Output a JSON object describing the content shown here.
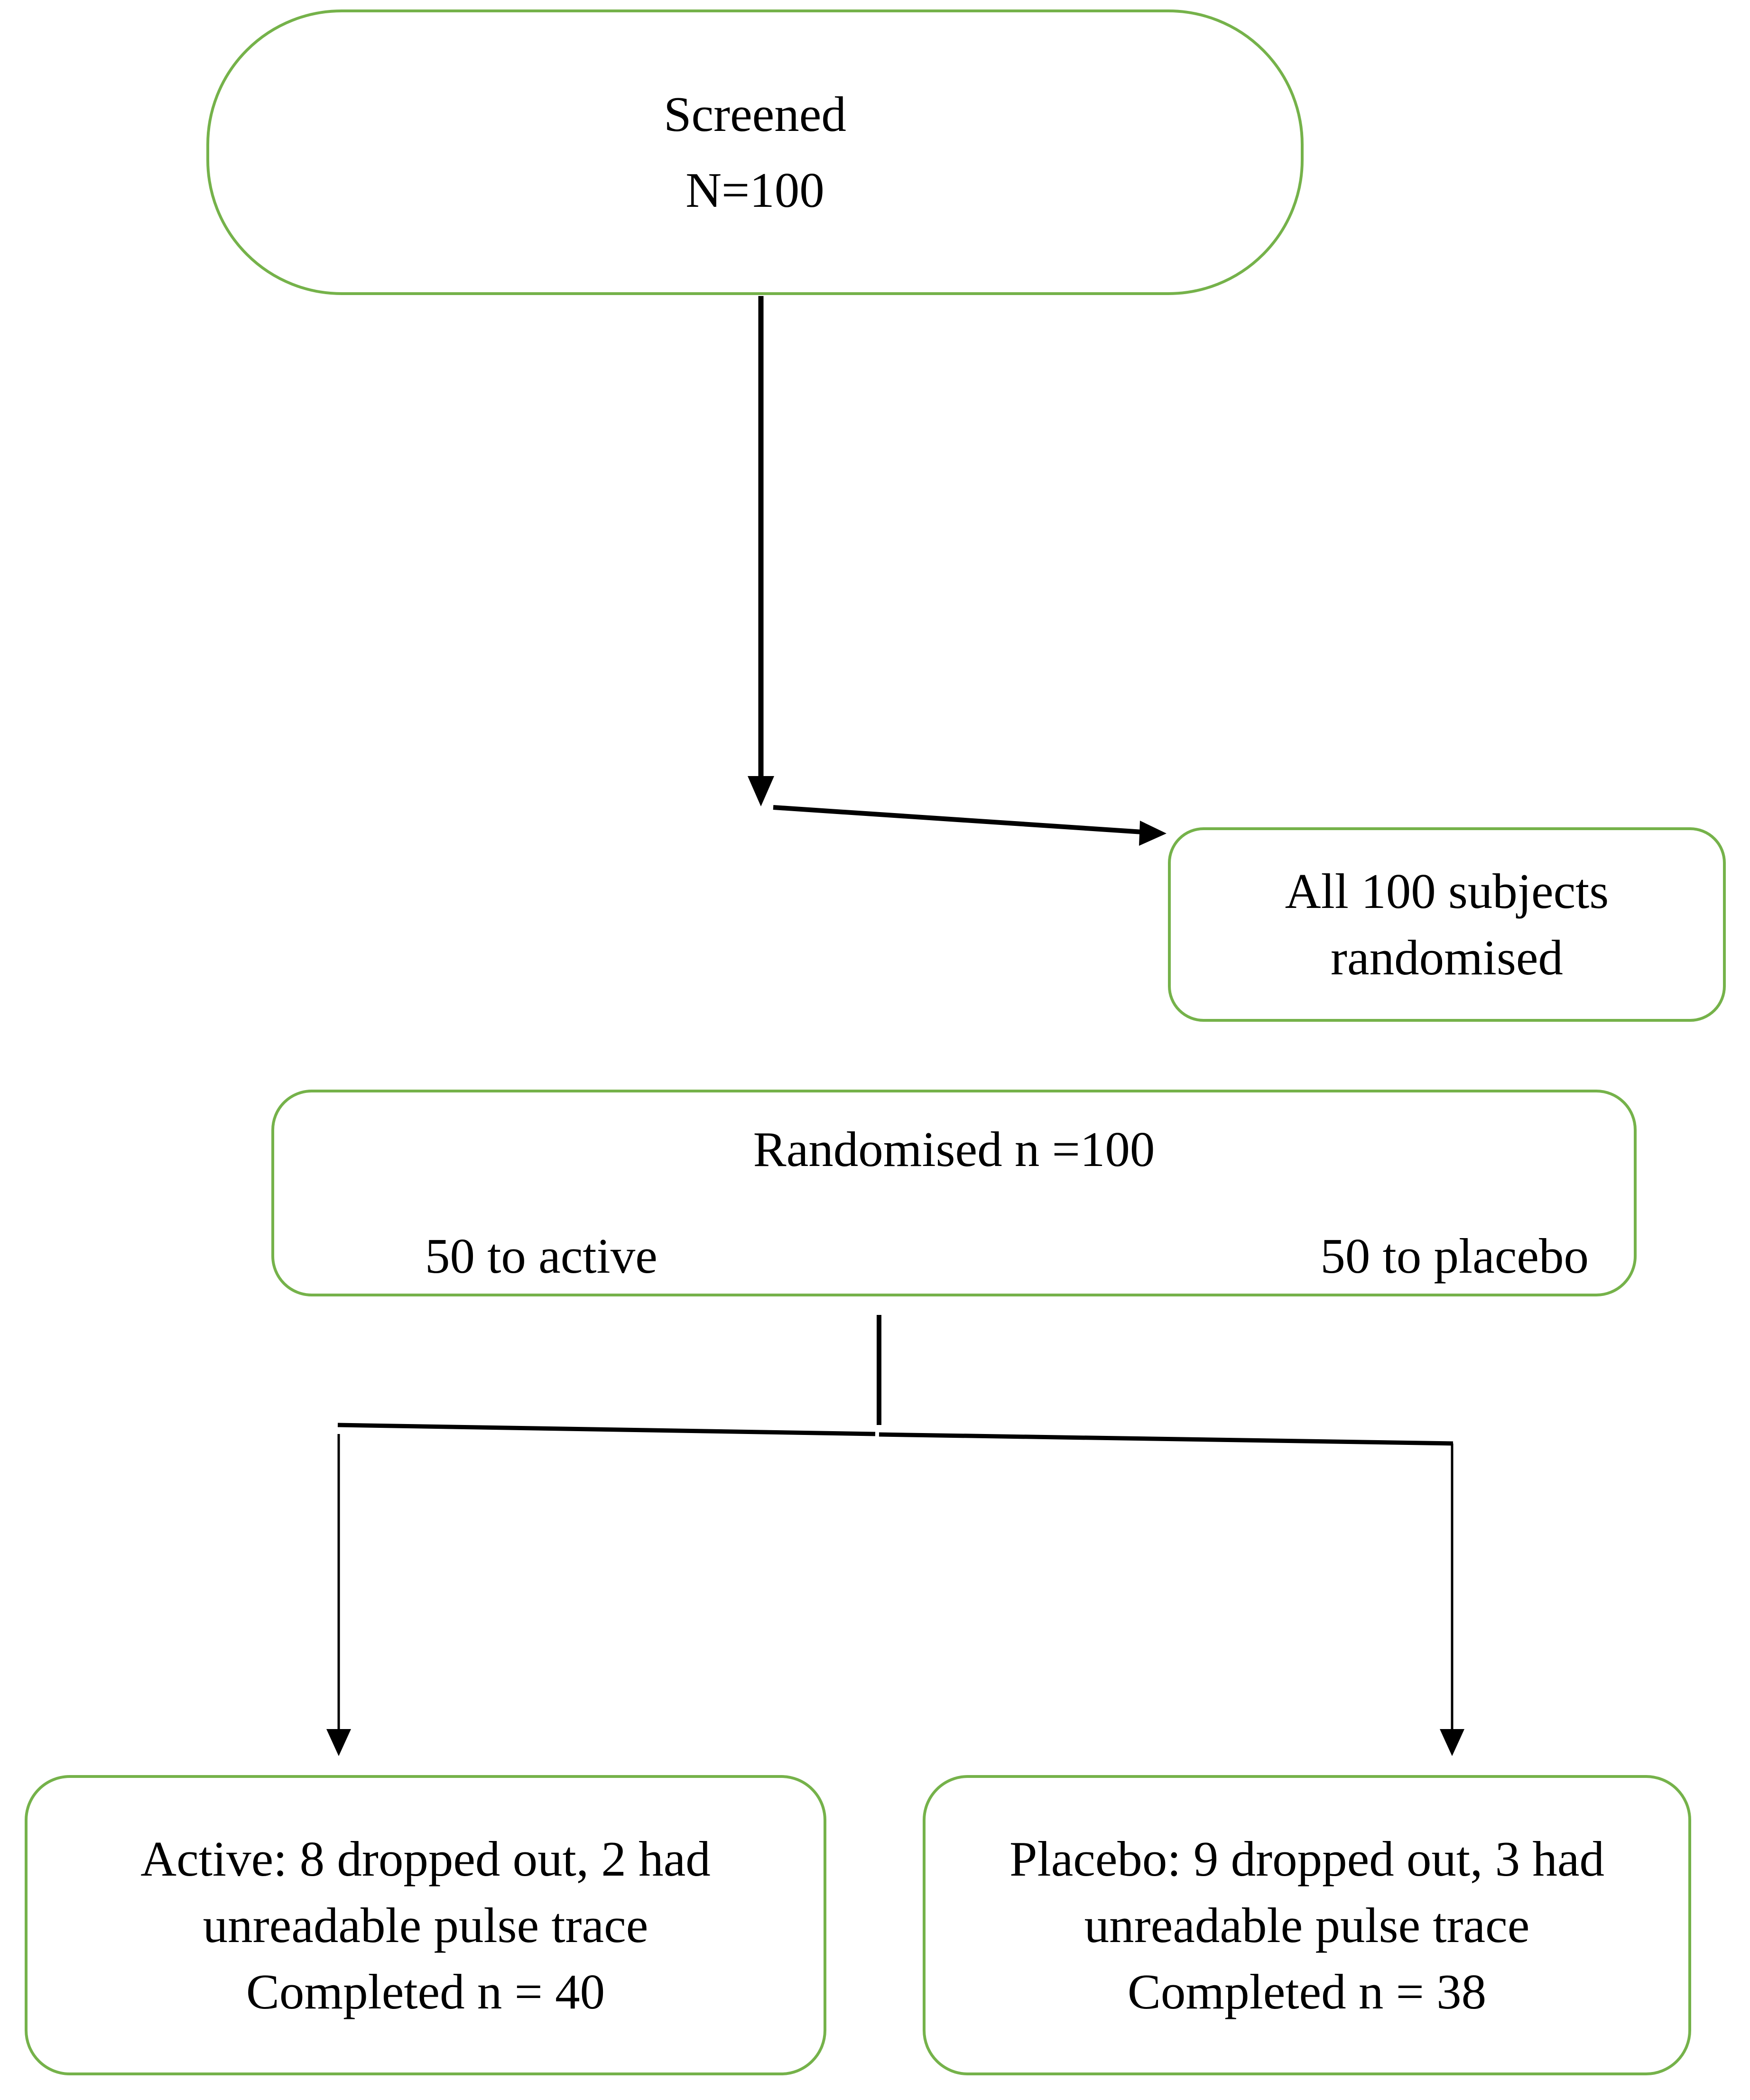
{
  "diagram": {
    "type": "consort-flowchart",
    "colors": {
      "box_border": "#75b24a",
      "connector": "#000000",
      "text": "#000000",
      "background": "#ffffff"
    },
    "nodes": {
      "screened": {
        "lines": [
          "Screened",
          "N=100"
        ]
      },
      "all_randomised": {
        "lines": [
          "All 100 subjects",
          "randomised"
        ]
      },
      "randomised": {
        "title": "Randomised n =100",
        "left_branch": "50 to active",
        "right_branch": "50 to placebo"
      },
      "active_outcome": {
        "lines": [
          "Active: 8 dropped out, 2 had",
          "unreadable pulse trace",
          "Completed n = 40"
        ]
      },
      "placebo_outcome": {
        "lines": [
          "Placebo: 9 dropped out, 3 had",
          "unreadable pulse trace",
          "Completed n = 38"
        ]
      }
    }
  }
}
